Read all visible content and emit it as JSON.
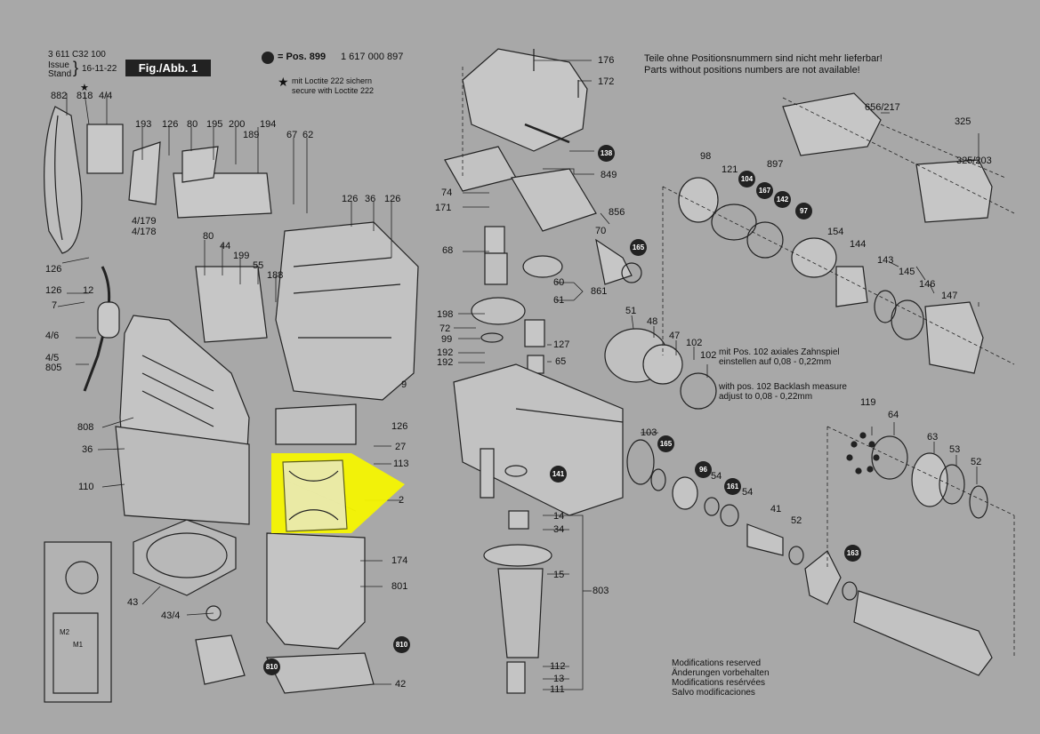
{
  "header": {
    "doc_number": "3 611 C32 100",
    "issue_label": "Issue",
    "stand_label": "Stand",
    "date": "16-11-22",
    "fig_label": "Fig./Abb. 1",
    "pos_899": "= Pos. 899",
    "pos_899_number": "1 617 000 897",
    "loctite_de": "mit Loctite 222 sichern",
    "loctite_en": "secure with Loctite 222"
  },
  "notes": {
    "availability_de": "Teile ohne Positionsnummern sind nicht mehr lieferbar!",
    "availability_en": "Parts without positions numbers are not available!",
    "backlash_de_1": "mit Pos. 102 axiales Zahnspiel",
    "backlash_de_2": "einstellen auf 0,08 - 0,22mm",
    "backlash_en_1": "with pos. 102 Backlash measure",
    "backlash_en_2": "adjust to 0,08 - 0,22mm",
    "mod_en": "Modifications reserved",
    "mod_de": "Änderungen vorbehalten",
    "mod_fr": "Modifications resérvées",
    "mod_es": "Salvo modificaciones"
  },
  "schematic_labels": {
    "m2": "M2",
    "m1": "M1"
  },
  "colors": {
    "background": "#a8a8a8",
    "highlight": "#f5f500",
    "badge": "#222222"
  },
  "labels": [
    {
      "text": "882"
    },
    {
      "text": "818"
    },
    {
      "text": "4/4"
    },
    {
      "text": "193"
    },
    {
      "text": "126"
    },
    {
      "text": "80"
    },
    {
      "text": "195"
    },
    {
      "text": "200"
    },
    {
      "text": "194"
    },
    {
      "text": "189"
    },
    {
      "text": "67"
    },
    {
      "text": "62"
    },
    {
      "text": "126"
    },
    {
      "text": "36"
    },
    {
      "text": "126"
    },
    {
      "text": "4/179"
    },
    {
      "text": "4/178"
    },
    {
      "text": "80"
    },
    {
      "text": "44"
    },
    {
      "text": "199"
    },
    {
      "text": "55"
    },
    {
      "text": "188"
    },
    {
      "text": "126"
    },
    {
      "text": "126"
    },
    {
      "text": "12"
    },
    {
      "text": "7"
    },
    {
      "text": "4/6"
    },
    {
      "text": "4/5"
    },
    {
      "text": "805"
    },
    {
      "text": "9"
    },
    {
      "text": "808"
    },
    {
      "text": "36"
    },
    {
      "text": "110"
    },
    {
      "text": "126"
    },
    {
      "text": "27"
    },
    {
      "text": "113"
    },
    {
      "text": "2"
    },
    {
      "text": "174"
    },
    {
      "text": "801"
    },
    {
      "text": "43"
    },
    {
      "text": "43/4"
    },
    {
      "text": "42"
    },
    {
      "text": "176"
    },
    {
      "text": "172"
    },
    {
      "text": "849"
    },
    {
      "text": "74"
    },
    {
      "text": "171"
    },
    {
      "text": "856"
    },
    {
      "text": "70"
    },
    {
      "text": "68"
    },
    {
      "text": "60"
    },
    {
      "text": "861"
    },
    {
      "text": "61"
    },
    {
      "text": "198"
    },
    {
      "text": "72"
    },
    {
      "text": "99"
    },
    {
      "text": "127"
    },
    {
      "text": "192"
    },
    {
      "text": "192"
    },
    {
      "text": "65"
    },
    {
      "text": "51"
    },
    {
      "text": "48"
    },
    {
      "text": "47"
    },
    {
      "text": "102"
    },
    {
      "text": "102"
    },
    {
      "text": "103"
    },
    {
      "text": "14"
    },
    {
      "text": "34"
    },
    {
      "text": "15"
    },
    {
      "text": "803"
    },
    {
      "text": "112"
    },
    {
      "text": "13"
    },
    {
      "text": "111"
    },
    {
      "text": "656/217"
    },
    {
      "text": "325"
    },
    {
      "text": "325/203"
    },
    {
      "text": "98"
    },
    {
      "text": "121"
    },
    {
      "text": "897"
    },
    {
      "text": "154"
    },
    {
      "text": "144"
    },
    {
      "text": "143"
    },
    {
      "text": "145"
    },
    {
      "text": "146"
    },
    {
      "text": "147"
    },
    {
      "text": "119"
    },
    {
      "text": "64"
    },
    {
      "text": "63"
    },
    {
      "text": "53"
    },
    {
      "text": "52"
    },
    {
      "text": "54"
    },
    {
      "text": "54"
    },
    {
      "text": "41"
    },
    {
      "text": "52"
    }
  ],
  "badges": [
    {
      "text": "138"
    },
    {
      "text": "165"
    },
    {
      "text": "104"
    },
    {
      "text": "167"
    },
    {
      "text": "142"
    },
    {
      "text": "97"
    },
    {
      "text": "165"
    },
    {
      "text": "141"
    },
    {
      "text": "96"
    },
    {
      "text": "161"
    },
    {
      "text": "163"
    },
    {
      "text": "810"
    },
    {
      "text": "810"
    }
  ]
}
